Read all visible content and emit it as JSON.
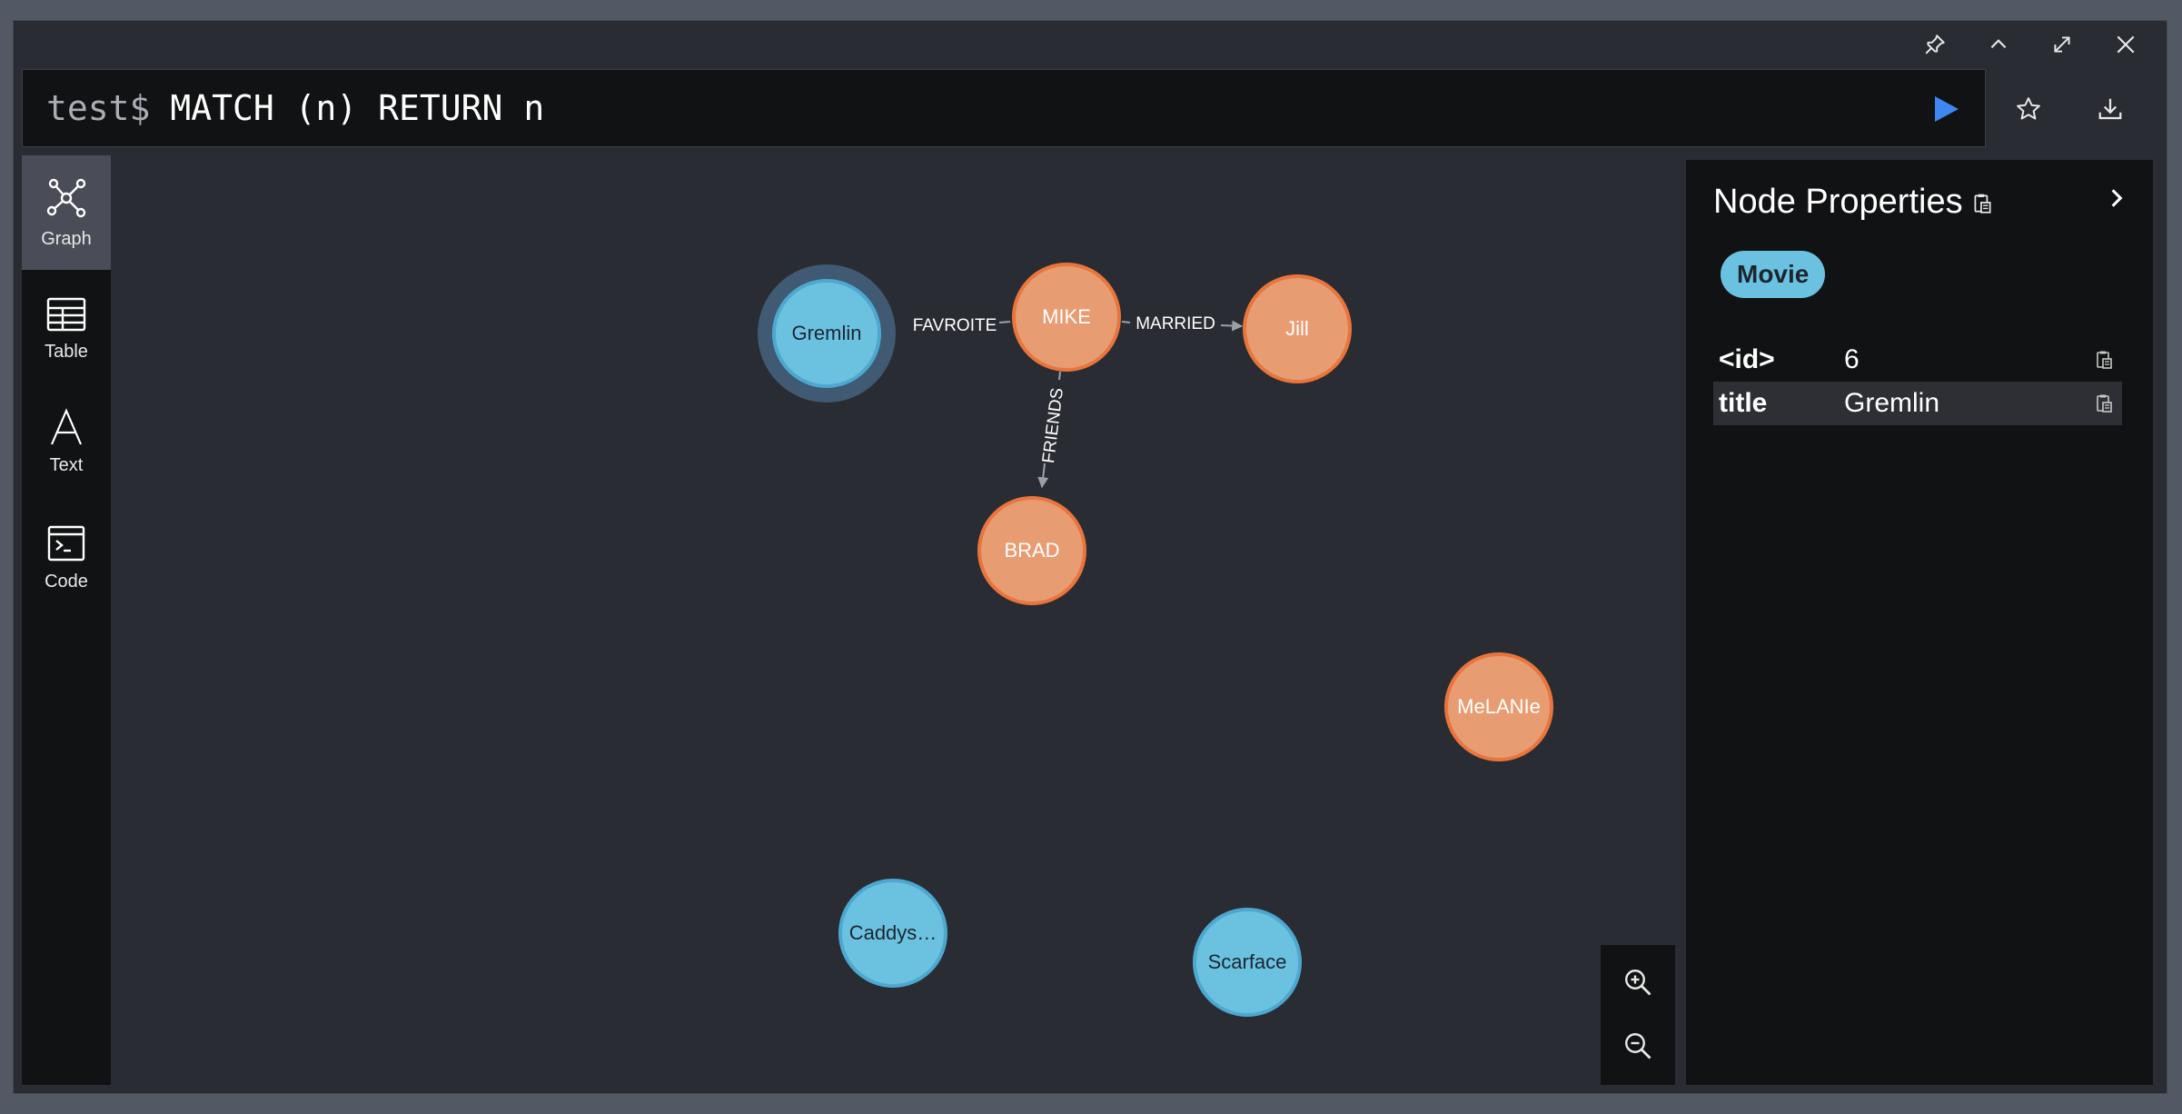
{
  "editor": {
    "prompt": "test$",
    "query": "MATCH (n) RETURN n"
  },
  "window_controls": [
    "pin-icon",
    "collapse-up-icon",
    "expand-icon",
    "close-icon"
  ],
  "sidebar": {
    "items": [
      {
        "label": "Graph",
        "icon": "graph-icon",
        "active": true
      },
      {
        "label": "Table",
        "icon": "table-icon",
        "active": false
      },
      {
        "label": "Text",
        "icon": "text-icon",
        "active": false
      },
      {
        "label": "Code",
        "icon": "code-icon",
        "active": false
      }
    ]
  },
  "graph": {
    "nodes": [
      {
        "id": "gremlin",
        "label": "Gremlin",
        "type": "Movie",
        "selected": true
      },
      {
        "id": "mike",
        "label": "MIKE",
        "type": "Person"
      },
      {
        "id": "jill",
        "label": "Jill",
        "type": "Person"
      },
      {
        "id": "brad",
        "label": "BRAD",
        "type": "Person"
      },
      {
        "id": "melanie",
        "label": "MeLANIe",
        "type": "Person"
      },
      {
        "id": "caddys",
        "label": "Caddys…",
        "type": "Movie"
      },
      {
        "id": "scarface",
        "label": "Scarface",
        "type": "Movie"
      }
    ],
    "relationships": [
      {
        "from": "mike",
        "to": "gremlin",
        "label": "FAVROITE"
      },
      {
        "from": "mike",
        "to": "jill",
        "label": "MARRIED"
      },
      {
        "from": "mike",
        "to": "brad",
        "label": "FRIENDS"
      }
    ],
    "colors": {
      "movie_fill": "#6bc2e0",
      "movie_stroke": "#4da8cf",
      "person_fill": "#e89c72",
      "person_stroke": "#e8753c",
      "selection_halo": "#3f5a72",
      "edge": "#9aa0aa"
    }
  },
  "properties_panel": {
    "title": "Node Properties",
    "label_badge": "Movie",
    "rows": [
      {
        "key": "<id>",
        "value": "6"
      },
      {
        "key": "title",
        "value": "Gremlin"
      }
    ]
  },
  "accent_color": "#3e86f0"
}
